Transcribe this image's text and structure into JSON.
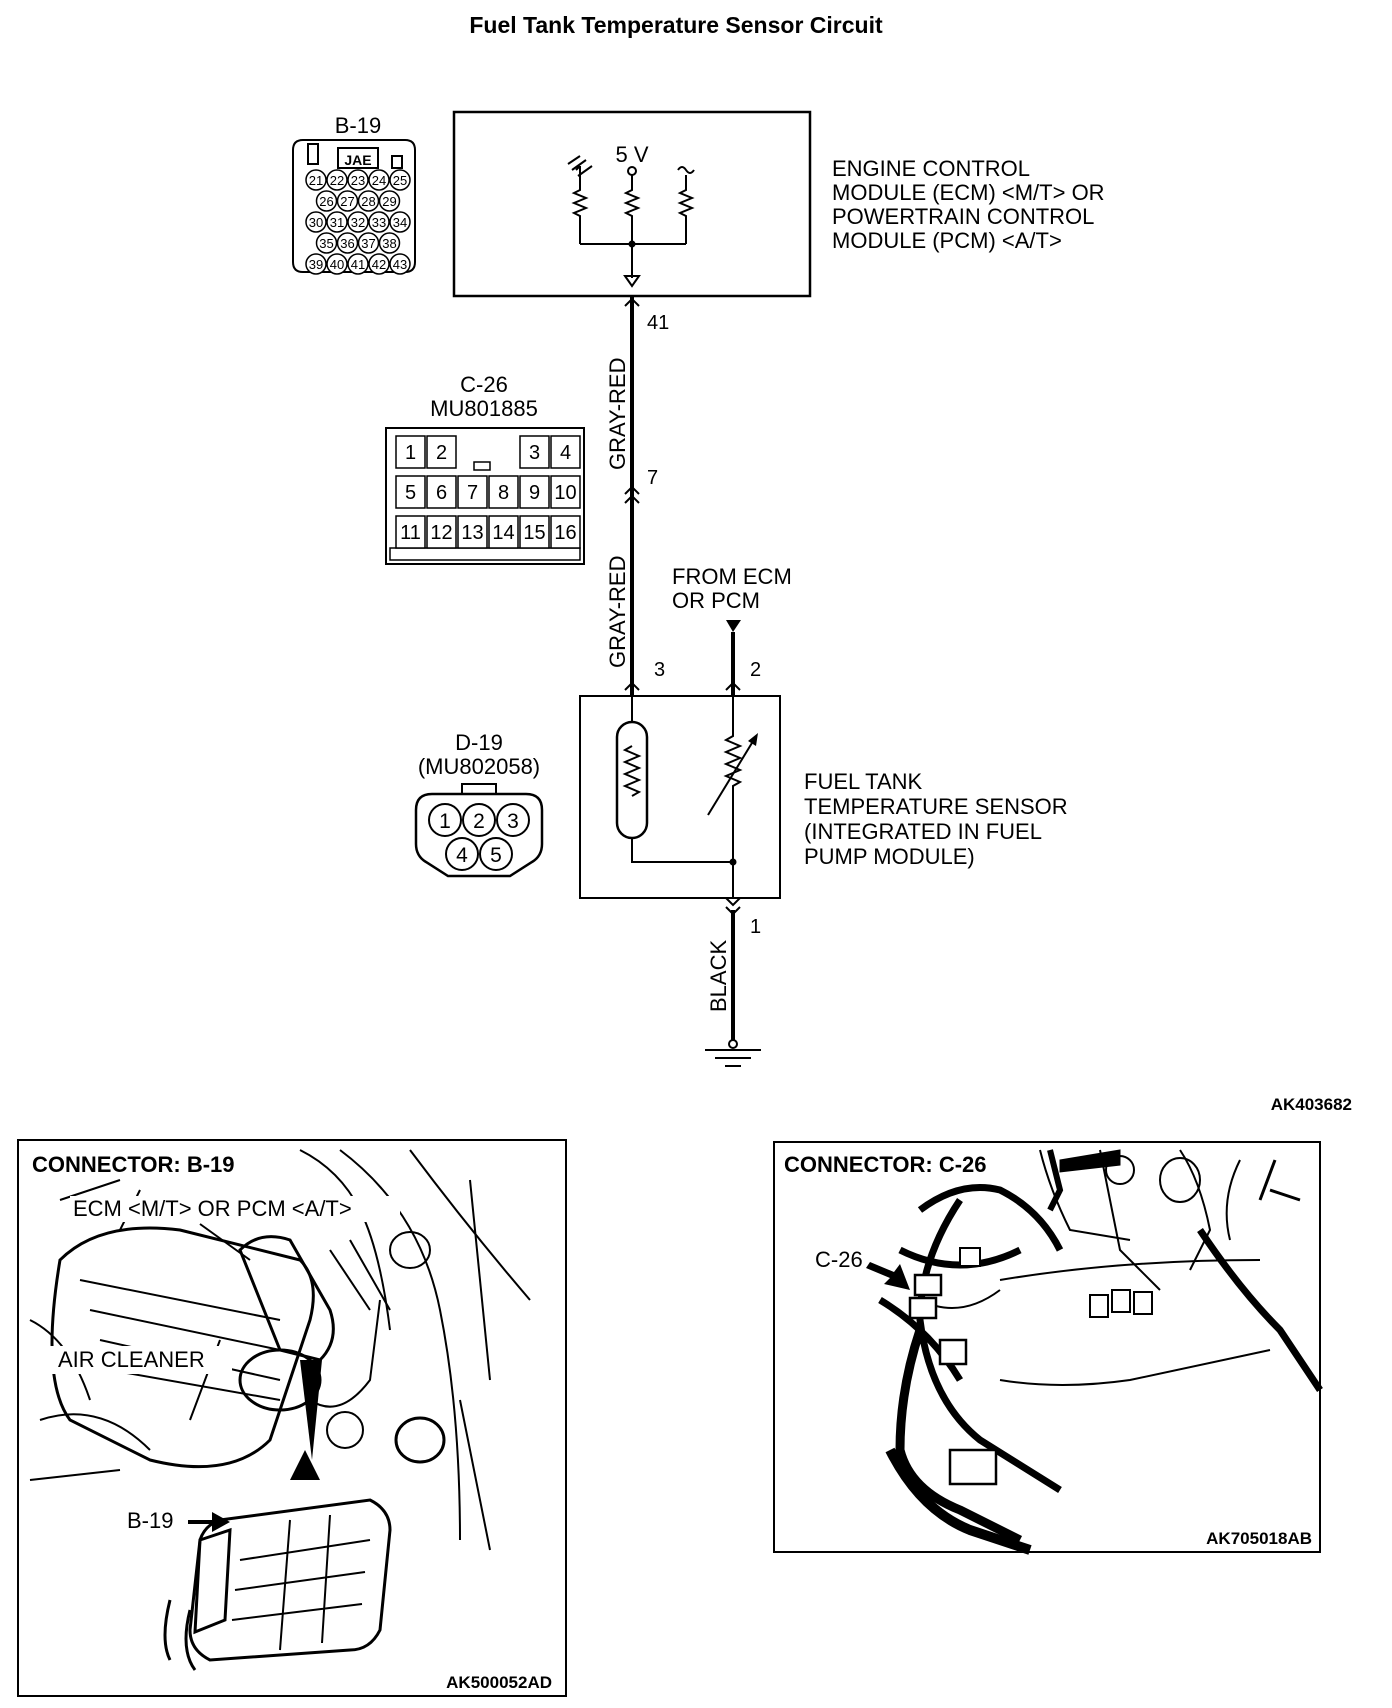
{
  "title": "Fuel Tank Temperature Sensor Circuit",
  "figure_id": "AK403682",
  "ecm": {
    "supply": "5 V",
    "lines": [
      "ENGINE CONTROL",
      "MODULE (ECM) <M/T> OR",
      "POWERTRAIN CONTROL",
      "MODULE (PCM) <A/T>"
    ],
    "pin": "41"
  },
  "b19": {
    "label": "B-19",
    "tag": "JAE",
    "rows": [
      [
        "21",
        "22",
        "23",
        "24",
        "25"
      ],
      [
        "26",
        "27",
        "28",
        "29"
      ],
      [
        "30",
        "31",
        "32",
        "33",
        "34"
      ],
      [
        "35",
        "36",
        "37",
        "38"
      ],
      [
        "39",
        "40",
        "41",
        "42",
        "43"
      ]
    ]
  },
  "c26": {
    "label": "C-26",
    "part": "MU801885",
    "rows": [
      [
        "1",
        "2",
        "",
        "",
        "3",
        "4"
      ],
      [
        "5",
        "6",
        "7",
        "8",
        "9",
        "10"
      ],
      [
        "11",
        "12",
        "13",
        "14",
        "15",
        "16"
      ]
    ],
    "pin": "7"
  },
  "d19": {
    "label": "D-19",
    "part": "(MU802058)",
    "top": [
      "1",
      "2",
      "3"
    ],
    "bottom": [
      "4",
      "5"
    ]
  },
  "wires": {
    "upper": "GRAY-RED",
    "lower": "GRAY-RED",
    "ground": "BLACK"
  },
  "sensor": {
    "lines": [
      "FUEL TANK",
      "TEMPERATURE SENSOR",
      "(INTEGRATED IN FUEL",
      "PUMP MODULE)"
    ],
    "pin_signal": "3",
    "pin_feed": "2",
    "pin_ground": "1",
    "from_lines": [
      "FROM ECM",
      "OR PCM"
    ]
  },
  "panel_b19": {
    "heading": "CONNECTOR: B-19",
    "callout": "ECM <M/T> OR PCM <A/T>",
    "air_cleaner": "AIR CLEANER",
    "arrow_label": "B-19",
    "figure_id": "AK500052AD"
  },
  "panel_c26": {
    "heading": "CONNECTOR: C-26",
    "arrow_label": "C-26",
    "figure_id": "AK705018AB"
  }
}
